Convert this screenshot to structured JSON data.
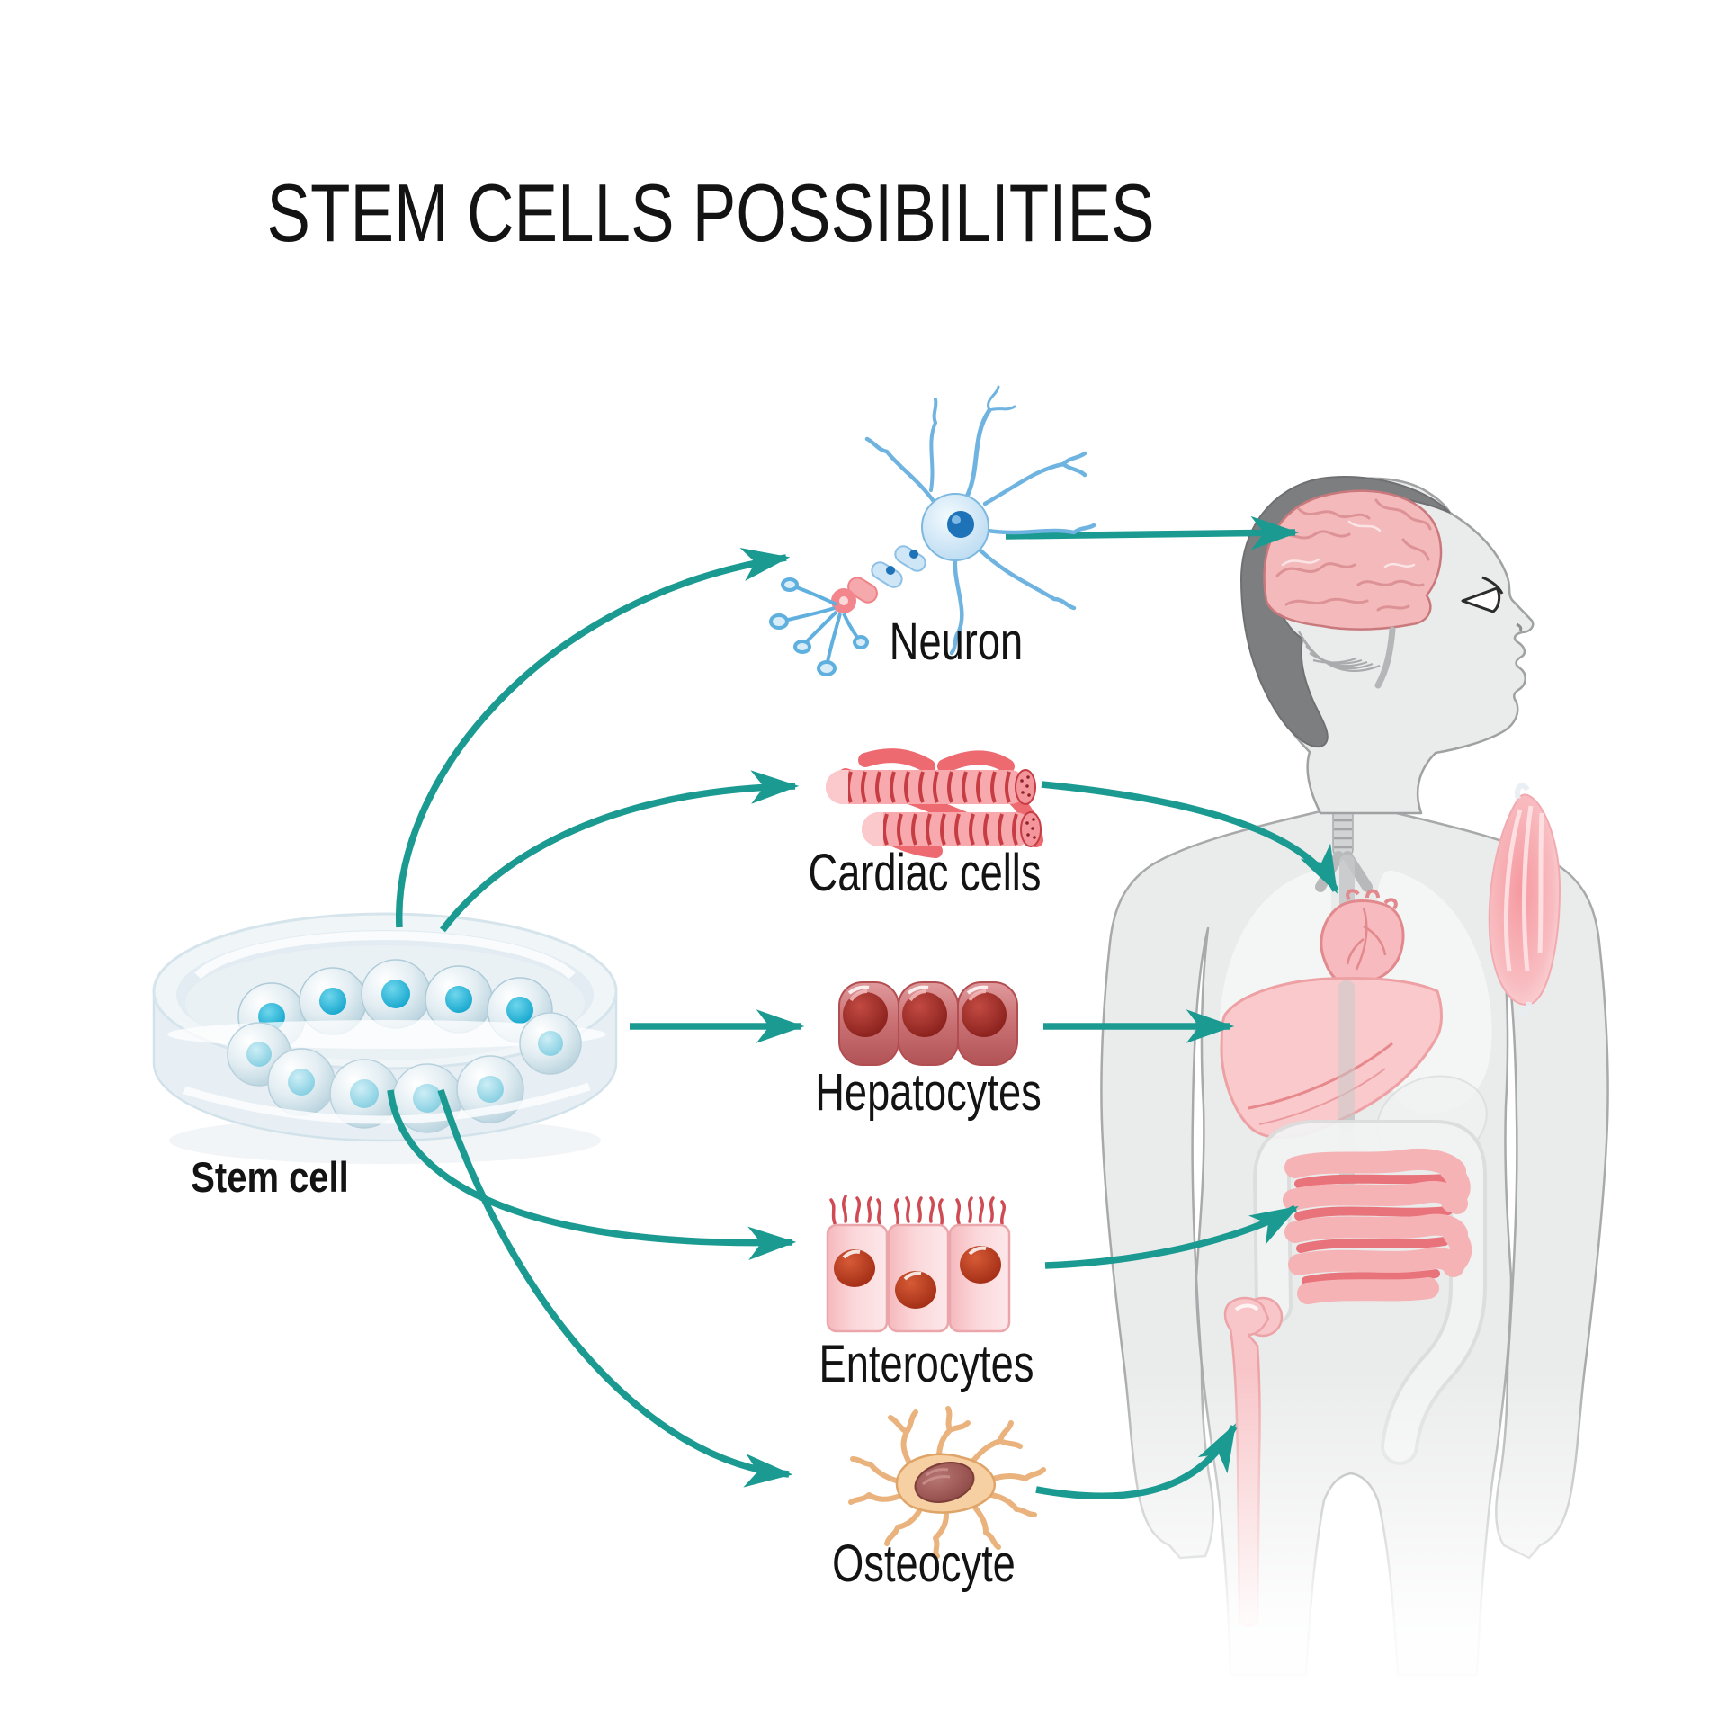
{
  "title": "STEM CELLS POSSIBILITIES",
  "diagram": {
    "source": {
      "id": "stem-cell-dish",
      "label": "Stem cell",
      "container": "petri-dish"
    },
    "derived_cells": [
      {
        "id": "neuron",
        "label": "Neuron",
        "target_organ": "brain"
      },
      {
        "id": "cardiac-cells",
        "label": "Cardiac cells",
        "target_organ": "heart"
      },
      {
        "id": "hepatocytes",
        "label": "Hepatocytes",
        "target_organ": "liver"
      },
      {
        "id": "enterocytes",
        "label": "Enterocytes",
        "target_organ": "small intestine"
      },
      {
        "id": "osteocyte",
        "label": "Osteocyte",
        "target_organ": "femur bone"
      }
    ]
  },
  "colors": {
    "background": "#ffffff",
    "arrow_teal": "#1b9a91",
    "text": "#131313",
    "body_gray": "#eaebeb",
    "hair_gray": "#7d7e80",
    "organ_pink": "#f6bcbf",
    "stem_cell_nucleus_cyan": "#18b0d4",
    "hepatocyte_red": "#c4686a",
    "enterocyte_pink": "#fbd3d6",
    "osteocyte_tan": "#f6d0a2",
    "neuron_blue": "#6fb3e0"
  }
}
